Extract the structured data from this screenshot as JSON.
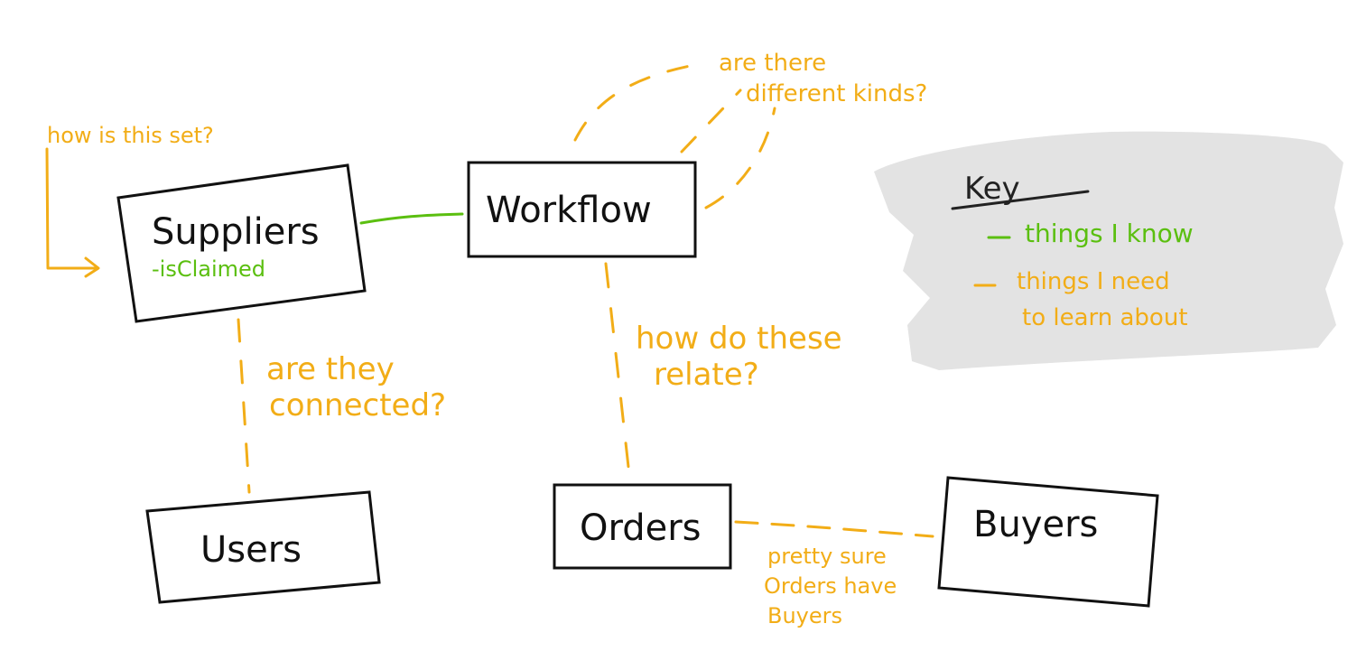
{
  "colors": {
    "ink": "#111111",
    "known": "#5bbf10",
    "to_learn": "#f2ad17",
    "key_highlight": "#e3e3e3"
  },
  "nodes": {
    "suppliers": {
      "label": "Suppliers",
      "attribute": "-isClaimed"
    },
    "workflow": {
      "label": "Workflow"
    },
    "users": {
      "label": "Users"
    },
    "orders": {
      "label": "Orders"
    },
    "buyers": {
      "label": "Buyers"
    }
  },
  "notes": {
    "how_set": "how is this set?",
    "different_kinds": [
      "are there",
      "different kinds?"
    ],
    "connected": [
      "are they",
      "connected?"
    ],
    "relate": [
      "how do these",
      "relate?"
    ],
    "buyers": [
      "pretty sure",
      "Orders have",
      "Buyers"
    ]
  },
  "key": {
    "title": "Key",
    "known": "things I know",
    "to_learn": [
      "things I need",
      "to learn about"
    ]
  }
}
